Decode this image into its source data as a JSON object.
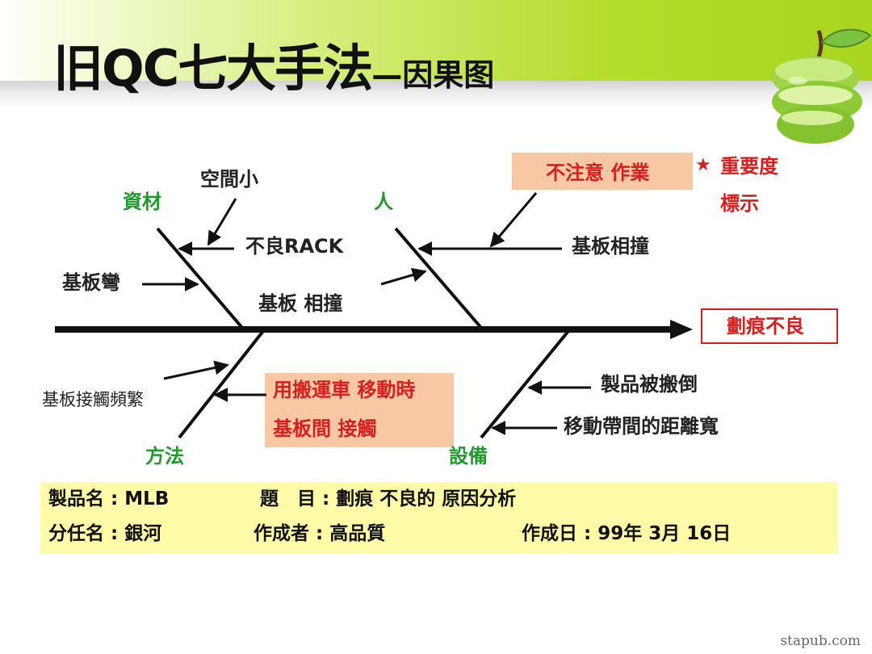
{
  "header": {
    "title_main": "旧QC七大手法",
    "title_sub": "—因果图"
  },
  "diagram": {
    "effect": "劃痕不良",
    "legend": {
      "star": "★",
      "line1": "重要度",
      "line2": "標示"
    },
    "categories": [
      {
        "name": "資材",
        "causes": [
          "空間小",
          "不良RACK",
          "基板彎"
        ]
      },
      {
        "name": "人",
        "causes": [
          "不注意 作業",
          "基板相撞",
          "基板 相撞"
        ]
      },
      {
        "name": "方法",
        "causes": [
          "基板接觸頻繁",
          "用搬運車 移動時",
          "基板間 接觸"
        ]
      },
      {
        "name": "設備",
        "causes": [
          "製品被搬倒",
          "移動帶間的距離寬"
        ]
      }
    ],
    "important_causes": [
      "不注意 作業",
      "用搬運車 移動時",
      "基板間 接觸"
    ],
    "colors": {
      "category": "#1f9a2b",
      "important": "#d62020",
      "highlight": "#f8c8a4"
    }
  },
  "info": {
    "product_label": "製品名 : MLB",
    "subject_label": "題　目 : 劃痕 不良的 原因分析",
    "dept_label": "分任名 : 銀河",
    "author_label": "作成者 : 高品質",
    "date_label": "作成日 : 99年 3月 16日"
  },
  "watermark": "stapub.com"
}
